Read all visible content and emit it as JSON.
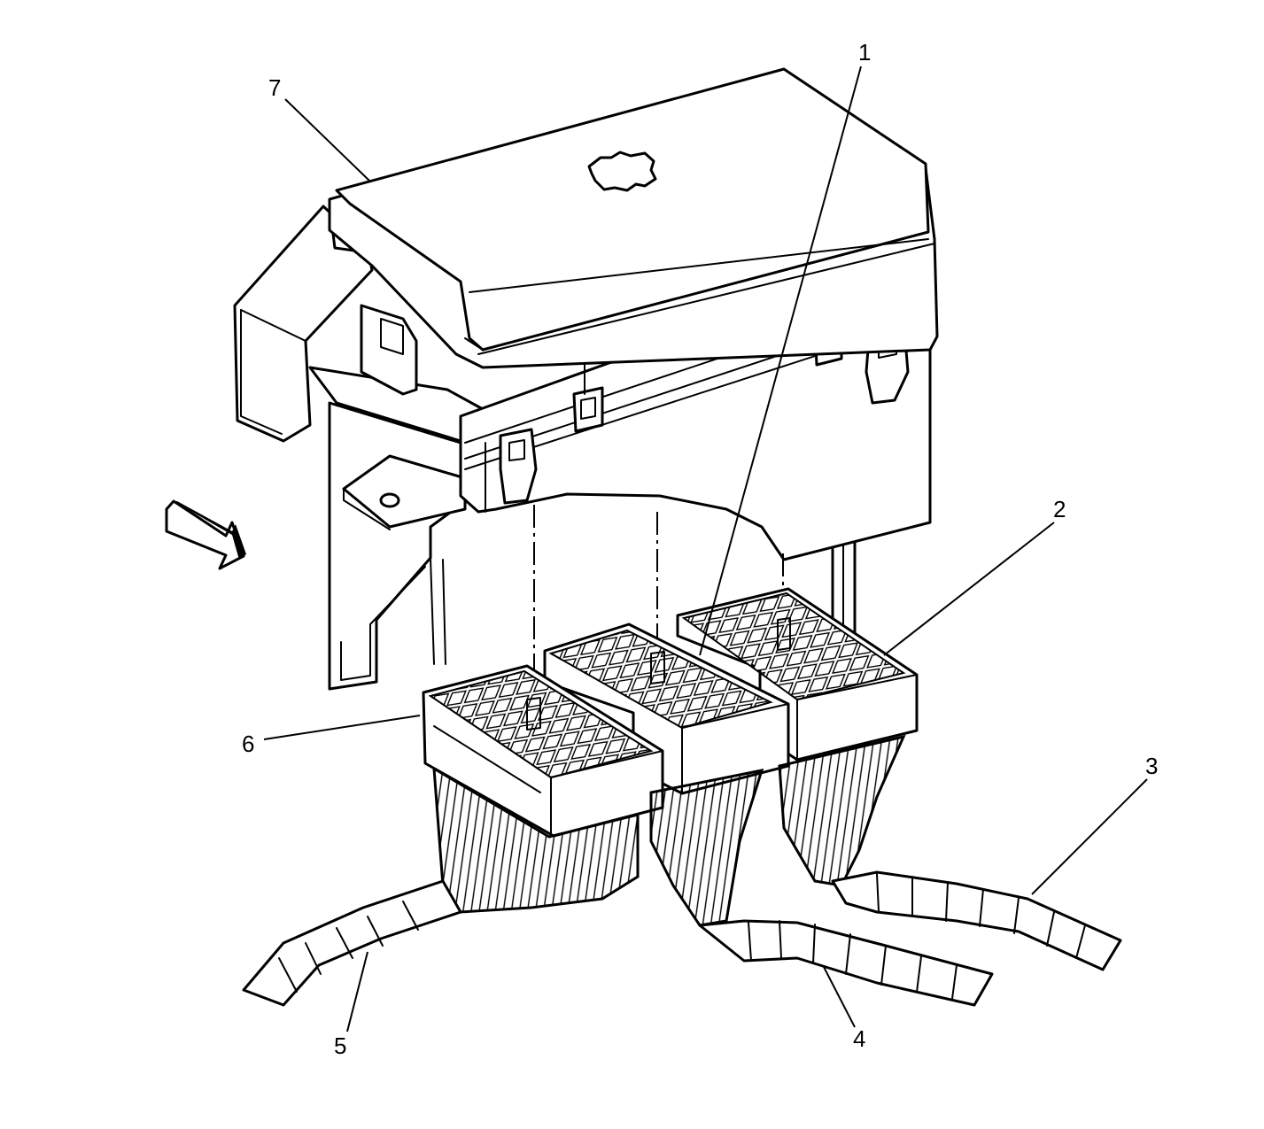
{
  "callouts": [
    {
      "id": "1",
      "text": "1"
    },
    {
      "id": "2",
      "text": "2"
    },
    {
      "id": "3",
      "text": "3"
    },
    {
      "id": "4",
      "text": "4"
    },
    {
      "id": "5",
      "text": "5"
    },
    {
      "id": "6",
      "text": "6"
    },
    {
      "id": "7",
      "text": "7"
    }
  ],
  "icons": {
    "direction_arrow": "view-direction-arrow-icon"
  },
  "colors": {
    "line": "#000000",
    "background": "#ffffff"
  }
}
